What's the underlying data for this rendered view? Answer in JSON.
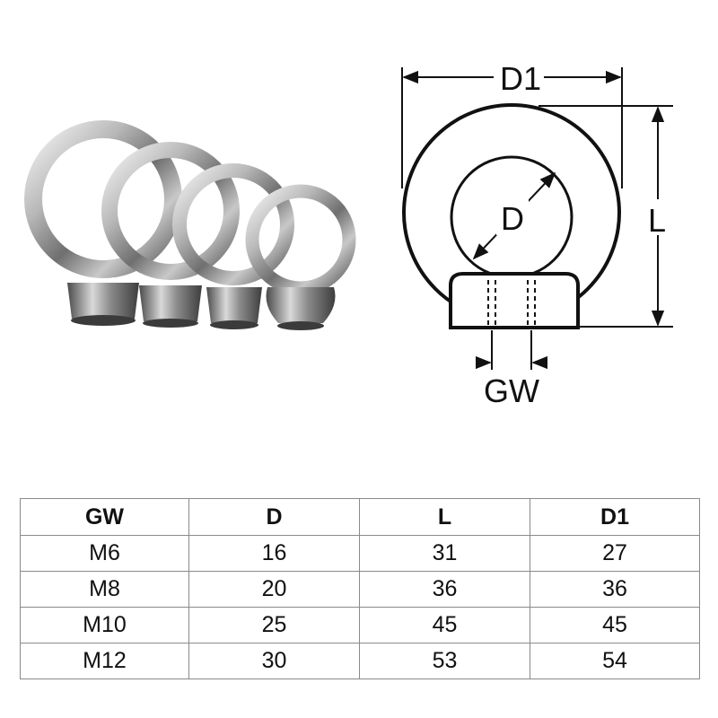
{
  "photo": {
    "ring_count": 4
  },
  "drawing": {
    "labels": {
      "d1": "D1",
      "d": "D",
      "l": "L",
      "gw": "GW"
    }
  },
  "table": {
    "headers": [
      "GW",
      "D",
      "L",
      "D1"
    ],
    "rows": [
      [
        "M6",
        "16",
        "31",
        "27"
      ],
      [
        "M8",
        "20",
        "36",
        "36"
      ],
      [
        "M10",
        "25",
        "45",
        "45"
      ],
      [
        "M12",
        "30",
        "53",
        "54"
      ]
    ]
  }
}
